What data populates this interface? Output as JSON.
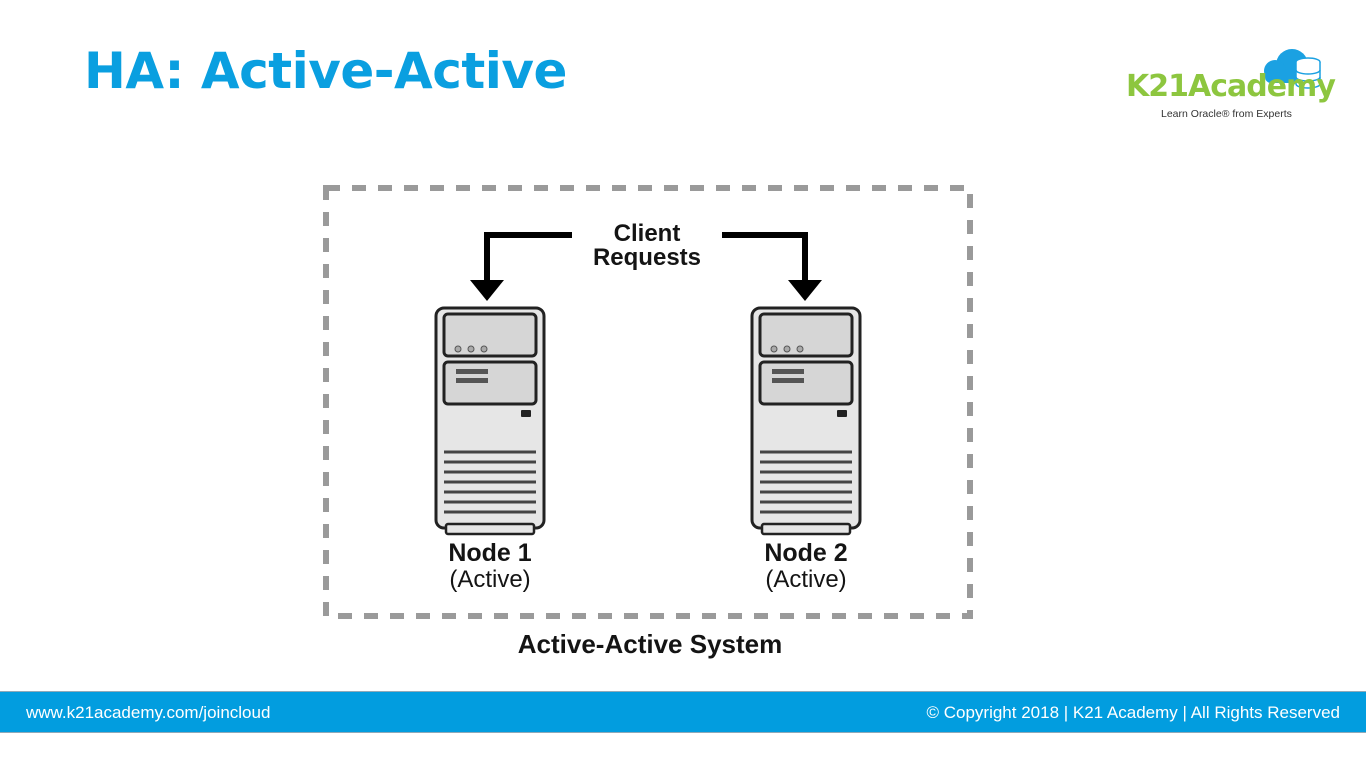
{
  "slide": {
    "title": "HA: Active-Active"
  },
  "logo": {
    "name": "K21Academy",
    "tagline": "Learn Oracle® from Experts",
    "brand_green": "#8dc63f",
    "cloud_blue": "#1ba1e2"
  },
  "diagram": {
    "client_label_line1": "Client",
    "client_label_line2": "Requests",
    "nodes": [
      {
        "name": "Node 1",
        "status": "(Active)"
      },
      {
        "name": "Node 2",
        "status": "(Active)"
      }
    ],
    "system_label": "Active-Active System"
  },
  "footer": {
    "website": "www.k21academy.com/joincloud",
    "copyright": "© Copyright 2018 | K21 Academy | All Rights Reserved",
    "bar_color": "#029ddf"
  },
  "colors": {
    "title": "#0a9fe0"
  }
}
